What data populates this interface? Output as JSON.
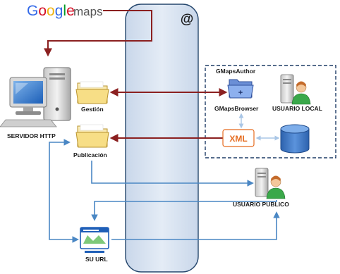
{
  "logo": {
    "brand": "Google",
    "product": "maps",
    "brand_letters": [
      {
        "ch": "G",
        "color": "#3369e8"
      },
      {
        "ch": "o",
        "color": "#d50f25"
      },
      {
        "ch": "o",
        "color": "#eeb211"
      },
      {
        "ch": "g",
        "color": "#3369e8"
      },
      {
        "ch": "l",
        "color": "#009925"
      },
      {
        "ch": "e",
        "color": "#d50f25"
      }
    ],
    "product_color": "#555555"
  },
  "internet": {
    "symbol": "@"
  },
  "nodes": {
    "server": {
      "label": "SERVIDOR HTTP",
      "icon": "desktop-computer-icon"
    },
    "gestion_folder": {
      "label": "Gestión",
      "icon": "folder-icon"
    },
    "publicacion_folder": {
      "label": "Publicación",
      "icon": "folder-icon"
    },
    "gmaps_author": {
      "label": "GMapsAuthor",
      "icon": "folder-plus-icon"
    },
    "gmaps_browser": {
      "label": "GMapsBrowser"
    },
    "usuario_local": {
      "label": "USUARIO LOCAL",
      "icon": "user-server-icon"
    },
    "xml": {
      "label": "XML",
      "icon": "xml-file-icon"
    },
    "database": {
      "icon": "database-cylinder-icon"
    },
    "usuario_publico": {
      "label": "USUARIO PÚBLICO",
      "icon": "user-server-icon"
    },
    "su_url": {
      "label": "SU URL",
      "icon": "browser-window-icon"
    }
  },
  "colors": {
    "dark_red_arrow": "#8b2020",
    "blue_arrow": "#4a87c4",
    "light_blue_arrow": "#a9c6e6",
    "tunnel_fill": "#dbe5f1",
    "tunnel_stroke": "#26476d",
    "local_box_stroke": "#1f3d66",
    "xml_orange": "#e56b1f",
    "db_blue": "#3c78c9"
  }
}
